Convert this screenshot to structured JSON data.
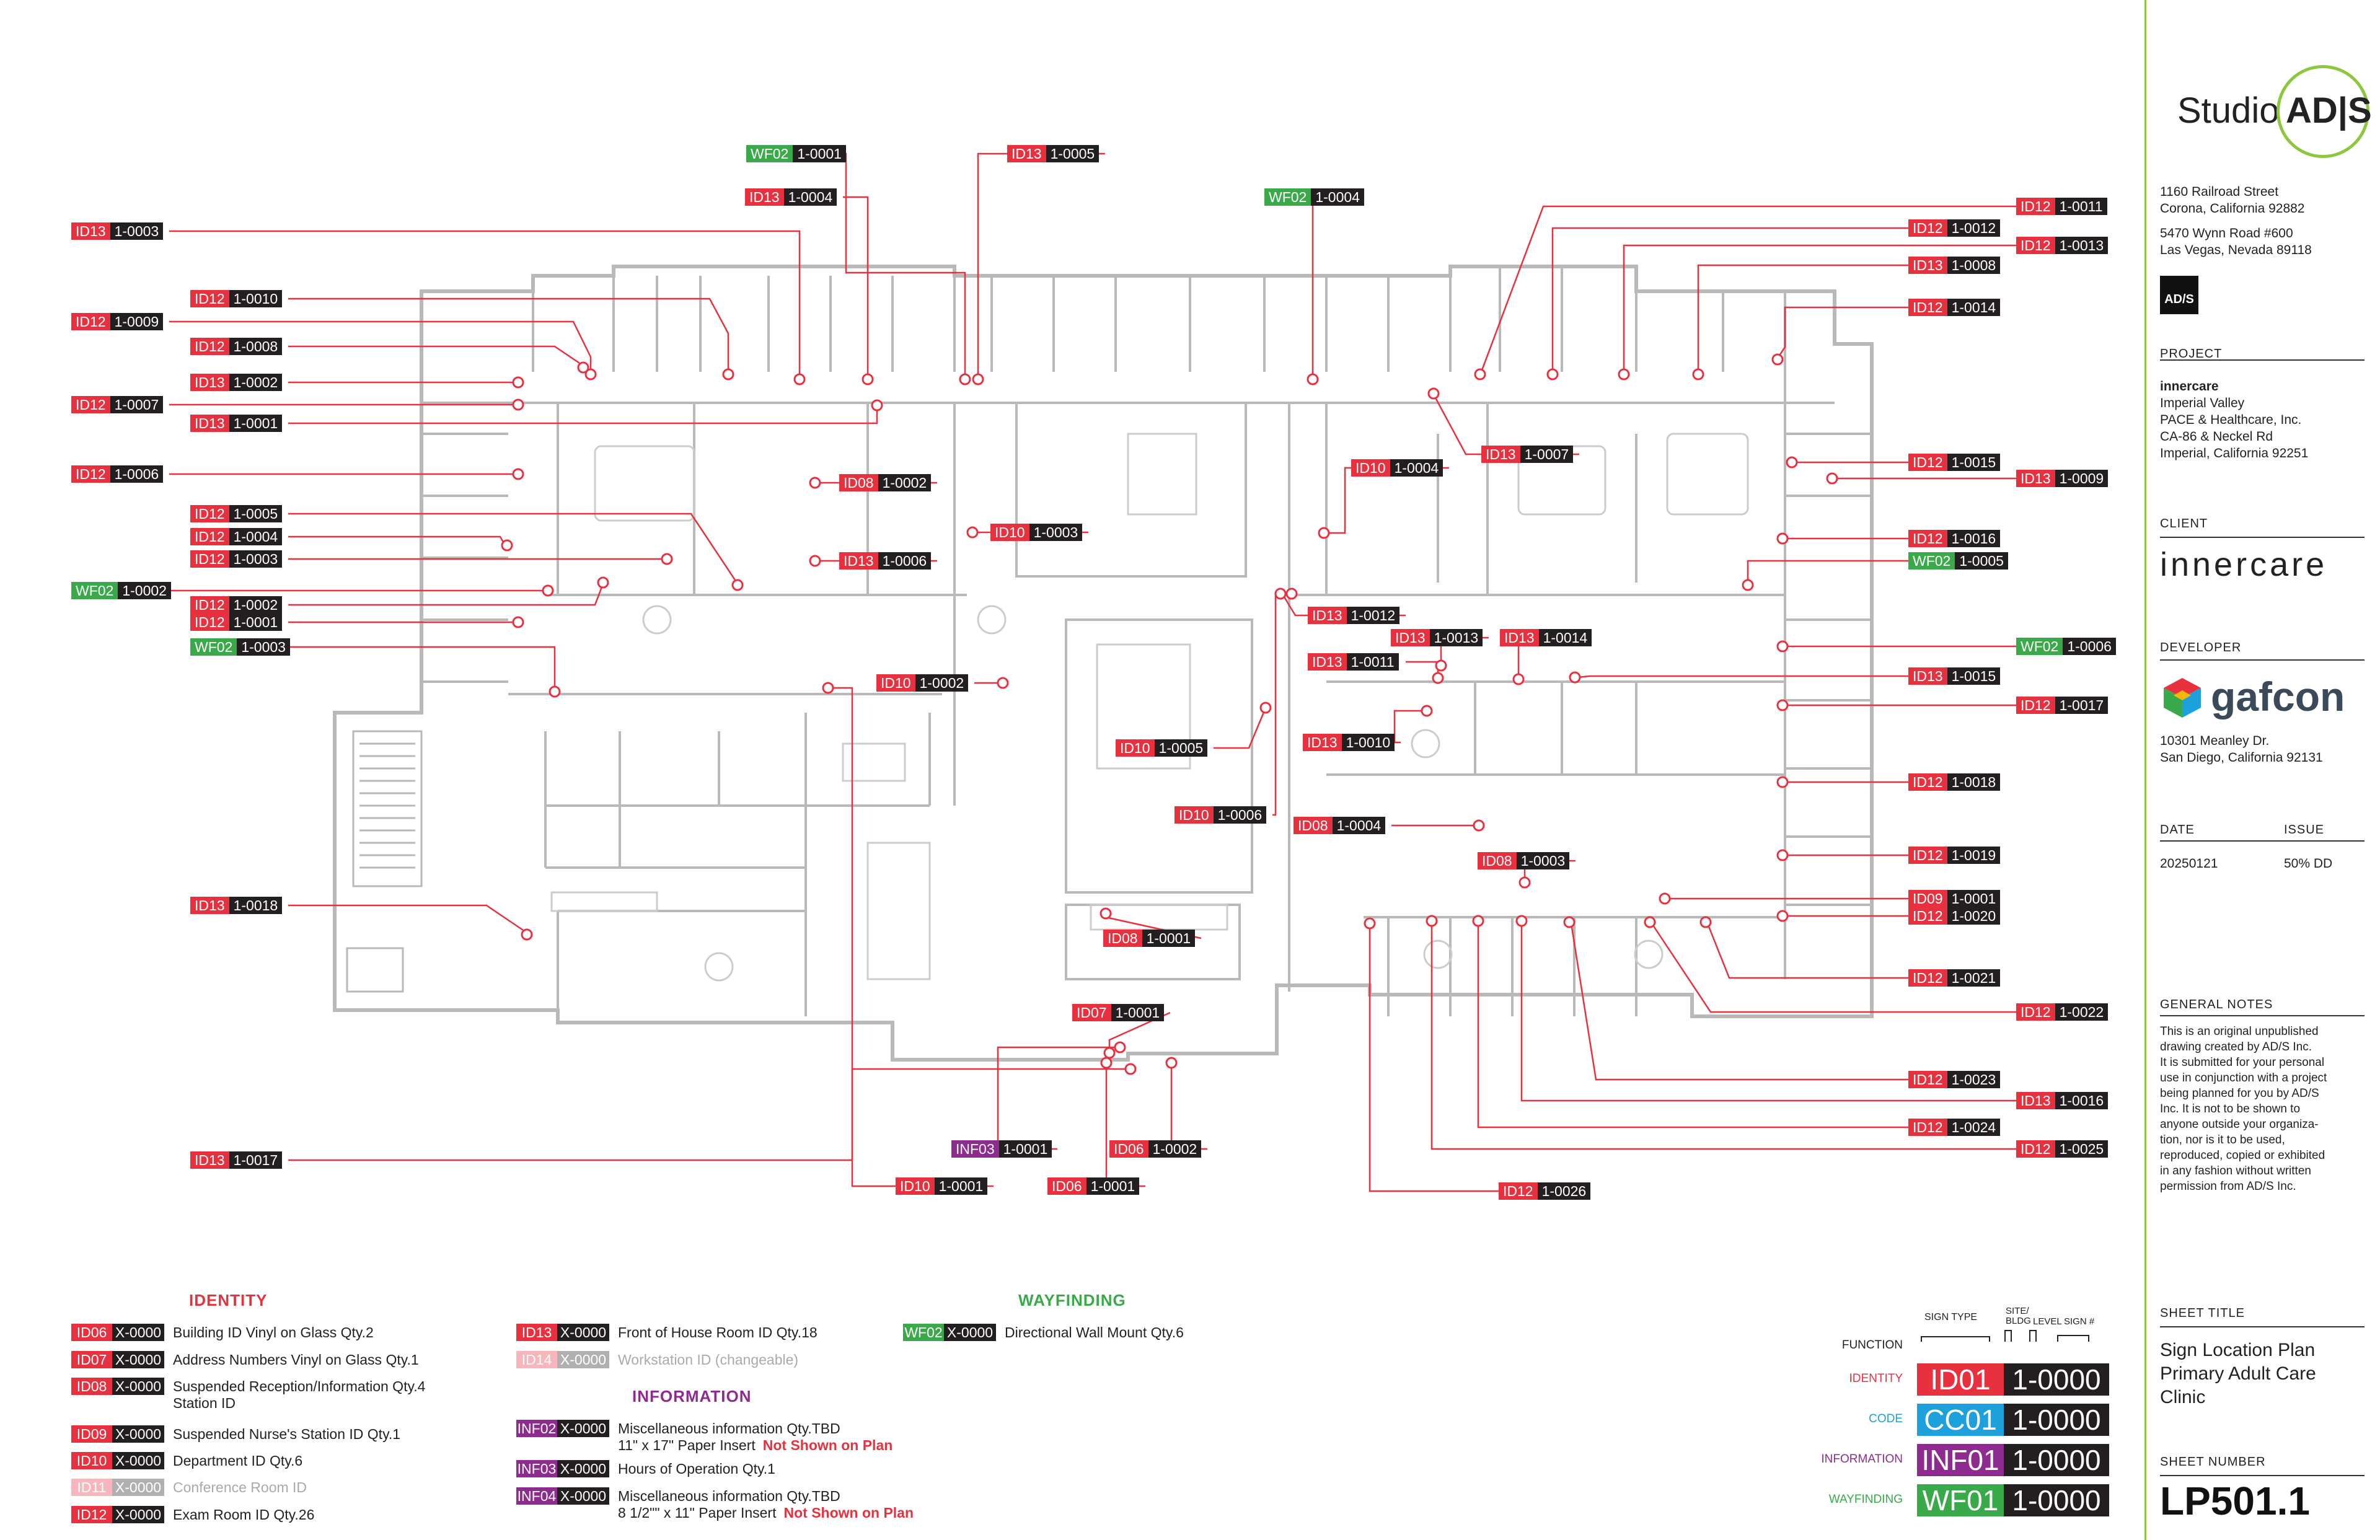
{
  "colors": {
    "identity": "#e8313f",
    "code": "#1ea0dc",
    "information": "#8e2b8f",
    "wayfinding": "#3aa94a",
    "number_bg": "#231f20",
    "accent": "#8dc63f"
  },
  "plan_tags": [
    {
      "code": "WF02",
      "num": "1-0001",
      "cat": "wayfinding"
    },
    {
      "code": "ID13",
      "num": "1-0005",
      "cat": "identity"
    },
    {
      "code": "ID13",
      "num": "1-0004",
      "cat": "identity"
    },
    {
      "code": "WF02",
      "num": "1-0004",
      "cat": "wayfinding"
    },
    {
      "code": "ID13",
      "num": "1-0003",
      "cat": "identity"
    },
    {
      "code": "ID12",
      "num": "1-0010",
      "cat": "identity"
    },
    {
      "code": "ID12",
      "num": "1-0009",
      "cat": "identity"
    },
    {
      "code": "ID12",
      "num": "1-0008",
      "cat": "identity"
    },
    {
      "code": "ID13",
      "num": "1-0002",
      "cat": "identity"
    },
    {
      "code": "ID12",
      "num": "1-0007",
      "cat": "identity"
    },
    {
      "code": "ID13",
      "num": "1-0001",
      "cat": "identity"
    },
    {
      "code": "ID12",
      "num": "1-0006",
      "cat": "identity"
    },
    {
      "code": "ID12",
      "num": "1-0005",
      "cat": "identity"
    },
    {
      "code": "ID12",
      "num": "1-0004",
      "cat": "identity"
    },
    {
      "code": "ID12",
      "num": "1-0003",
      "cat": "identity"
    },
    {
      "code": "WF02",
      "num": "1-0002",
      "cat": "wayfinding"
    },
    {
      "code": "ID12",
      "num": "1-0002",
      "cat": "identity"
    },
    {
      "code": "ID12",
      "num": "1-0001",
      "cat": "identity"
    },
    {
      "code": "WF02",
      "num": "1-0003",
      "cat": "wayfinding"
    },
    {
      "code": "ID13",
      "num": "1-0018",
      "cat": "identity"
    },
    {
      "code": "ID13",
      "num": "1-0017",
      "cat": "identity"
    },
    {
      "code": "ID08",
      "num": "1-0002",
      "cat": "identity"
    },
    {
      "code": "ID13",
      "num": "1-0006",
      "cat": "identity"
    },
    {
      "code": "ID10",
      "num": "1-0003",
      "cat": "identity"
    },
    {
      "code": "ID10",
      "num": "1-0002",
      "cat": "identity"
    },
    {
      "code": "ID10",
      "num": "1-0004",
      "cat": "identity"
    },
    {
      "code": "ID10",
      "num": "1-0005",
      "cat": "identity"
    },
    {
      "code": "ID10",
      "num": "1-0006",
      "cat": "identity"
    },
    {
      "code": "ID08",
      "num": "1-0001",
      "cat": "identity"
    },
    {
      "code": "ID07",
      "num": "1-0001",
      "cat": "identity"
    },
    {
      "code": "INF03",
      "num": "1-0001",
      "cat": "information"
    },
    {
      "code": "ID06",
      "num": "1-0002",
      "cat": "identity"
    },
    {
      "code": "ID10",
      "num": "1-0001",
      "cat": "identity"
    },
    {
      "code": "ID06",
      "num": "1-0001",
      "cat": "identity"
    },
    {
      "code": "ID13",
      "num": "1-0012",
      "cat": "identity"
    },
    {
      "code": "ID13",
      "num": "1-0013",
      "cat": "identity"
    },
    {
      "code": "ID13",
      "num": "1-0014",
      "cat": "identity"
    },
    {
      "code": "ID13",
      "num": "1-0011",
      "cat": "identity"
    },
    {
      "code": "ID13",
      "num": "1-0010",
      "cat": "identity"
    },
    {
      "code": "ID08",
      "num": "1-0004",
      "cat": "identity"
    },
    {
      "code": "ID08",
      "num": "1-0003",
      "cat": "identity"
    },
    {
      "code": "ID13",
      "num": "1-0007",
      "cat": "identity"
    },
    {
      "code": "ID12",
      "num": "1-0026",
      "cat": "identity"
    },
    {
      "code": "ID12",
      "num": "1-0011",
      "cat": "identity"
    },
    {
      "code": "ID12",
      "num": "1-0012",
      "cat": "identity"
    },
    {
      "code": "ID12",
      "num": "1-0013",
      "cat": "identity"
    },
    {
      "code": "ID13",
      "num": "1-0008",
      "cat": "identity"
    },
    {
      "code": "ID12",
      "num": "1-0014",
      "cat": "identity"
    },
    {
      "code": "ID12",
      "num": "1-0015",
      "cat": "identity"
    },
    {
      "code": "ID13",
      "num": "1-0009",
      "cat": "identity"
    },
    {
      "code": "ID12",
      "num": "1-0016",
      "cat": "identity"
    },
    {
      "code": "WF02",
      "num": "1-0005",
      "cat": "wayfinding"
    },
    {
      "code": "WF02",
      "num": "1-0006",
      "cat": "wayfinding"
    },
    {
      "code": "ID13",
      "num": "1-0015",
      "cat": "identity"
    },
    {
      "code": "ID12",
      "num": "1-0017",
      "cat": "identity"
    },
    {
      "code": "ID12",
      "num": "1-0018",
      "cat": "identity"
    },
    {
      "code": "ID12",
      "num": "1-0019",
      "cat": "identity"
    },
    {
      "code": "ID09",
      "num": "1-0001",
      "cat": "identity"
    },
    {
      "code": "ID12",
      "num": "1-0020",
      "cat": "identity"
    },
    {
      "code": "ID12",
      "num": "1-0021",
      "cat": "identity"
    },
    {
      "code": "ID12",
      "num": "1-0022",
      "cat": "identity"
    },
    {
      "code": "ID12",
      "num": "1-0023",
      "cat": "identity"
    },
    {
      "code": "ID13",
      "num": "1-0016",
      "cat": "identity"
    },
    {
      "code": "ID12",
      "num": "1-0024",
      "cat": "identity"
    },
    {
      "code": "ID12",
      "num": "1-0025",
      "cat": "identity"
    }
  ],
  "legend": {
    "identity_title": "IDENTITY",
    "information_title": "INFORMATION",
    "wayfinding_title": "WAYFINDING",
    "placeholder": "X-0000",
    "identity_items": [
      {
        "code": "ID06",
        "desc": "Building ID Vinyl on Glass   Qty.2"
      },
      {
        "code": "ID07",
        "desc": "Address Numbers Vinyl on Glass   Qty.1"
      },
      {
        "code": "ID08",
        "desc": "Suspended Reception/Information   Qty.4",
        "desc2": "Station ID"
      },
      {
        "code": "ID09",
        "desc": "Suspended Nurse's Station ID   Qty.1"
      },
      {
        "code": "ID10",
        "desc": "Department ID   Qty.6"
      },
      {
        "code": "ID11",
        "desc": "Conference Room ID",
        "dim": true
      },
      {
        "code": "ID12",
        "desc": "Exam Room ID   Qty.26"
      }
    ],
    "identity_items2": [
      {
        "code": "ID13",
        "desc": "Front of House Room ID   Qty.18"
      },
      {
        "code": "ID14",
        "desc": "Workstation ID (changeable)",
        "dim": true
      }
    ],
    "information_items": [
      {
        "code": "INF02",
        "desc": "Miscellaneous information   Qty.TBD",
        "desc2": "11\" x 17\" Paper Insert",
        "note": "Not Shown on Plan"
      },
      {
        "code": "INF03",
        "desc": "Hours of Operation   Qty.1"
      },
      {
        "code": "INF04",
        "desc": "Miscellaneous information   Qty.TBD",
        "desc2": "8 1/2\"\" x 11\" Paper Insert",
        "note": "Not Shown on Plan"
      }
    ],
    "wayfinding_items": [
      {
        "code": "WF02",
        "desc": "Directional Wall Mount   Qty.6"
      }
    ]
  },
  "key": {
    "function_label": "FUNCTION",
    "sign_type_label": "SIGN TYPE",
    "site_bldg_label": "SITE/ BLDG",
    "level_label": "LEVEL",
    "sign_num_label": "SIGN #",
    "rows": [
      {
        "label": "IDENTITY",
        "code": "ID01",
        "num": "1-0000",
        "cat": "identity"
      },
      {
        "label": "CODE",
        "code": "CC01",
        "num": "1-0000",
        "cat": "code"
      },
      {
        "label": "INFORMATION",
        "code": "INF01",
        "num": "1-0000",
        "cat": "information"
      },
      {
        "label": "WAYFINDING",
        "code": "WF01",
        "num": "1-0000",
        "cat": "wayfinding"
      }
    ]
  },
  "titleblock": {
    "logo_text": "Studio",
    "logo_badge": "AD|S",
    "address1": "1160 Railroad Street",
    "address2": "Corona, California 92882",
    "address3": "5470 Wynn Road #600",
    "address4": "Las Vegas, Nevada 89118",
    "small_logo": "AD/S",
    "project_label": "PROJECT",
    "project_name": "innercare",
    "project_l1": "Imperial Valley",
    "project_l2": "PACE & Healthcare, Inc.",
    "project_l3": "CA-86 & Neckel Rd",
    "project_l4": "Imperial, California 92251",
    "client_label": "CLIENT",
    "client_logo": "innercare",
    "developer_label": "DEVELOPER",
    "developer_logo": "gafcon",
    "developer_l1": "10301 Meanley Dr.",
    "developer_l2": "San Diego, California 92131",
    "date_label": "DATE",
    "issue_label": "ISSUE",
    "date_value": "20250121",
    "issue_value": "50% DD",
    "notes_label": "GENERAL NOTES",
    "notes": [
      "This is an original unpublished",
      "drawing created by AD/S Inc.",
      "It is submitted for your personal",
      "use in conjunction with a project",
      "being planned for you by AD/S",
      "Inc. It is not to be shown to",
      "anyone outside your organiza-",
      "tion, nor is it to be used,",
      "reproduced, copied or exhibited",
      "in any fashion without written",
      "permission from AD/S Inc."
    ],
    "sheet_title_label": "SHEET TITLE",
    "sheet_title_l1": "Sign Location Plan",
    "sheet_title_l2": "Primary Adult Care",
    "sheet_title_l3": "Clinic",
    "sheet_number_label": "SHEET NUMBER",
    "sheet_number": "LP501.1"
  }
}
